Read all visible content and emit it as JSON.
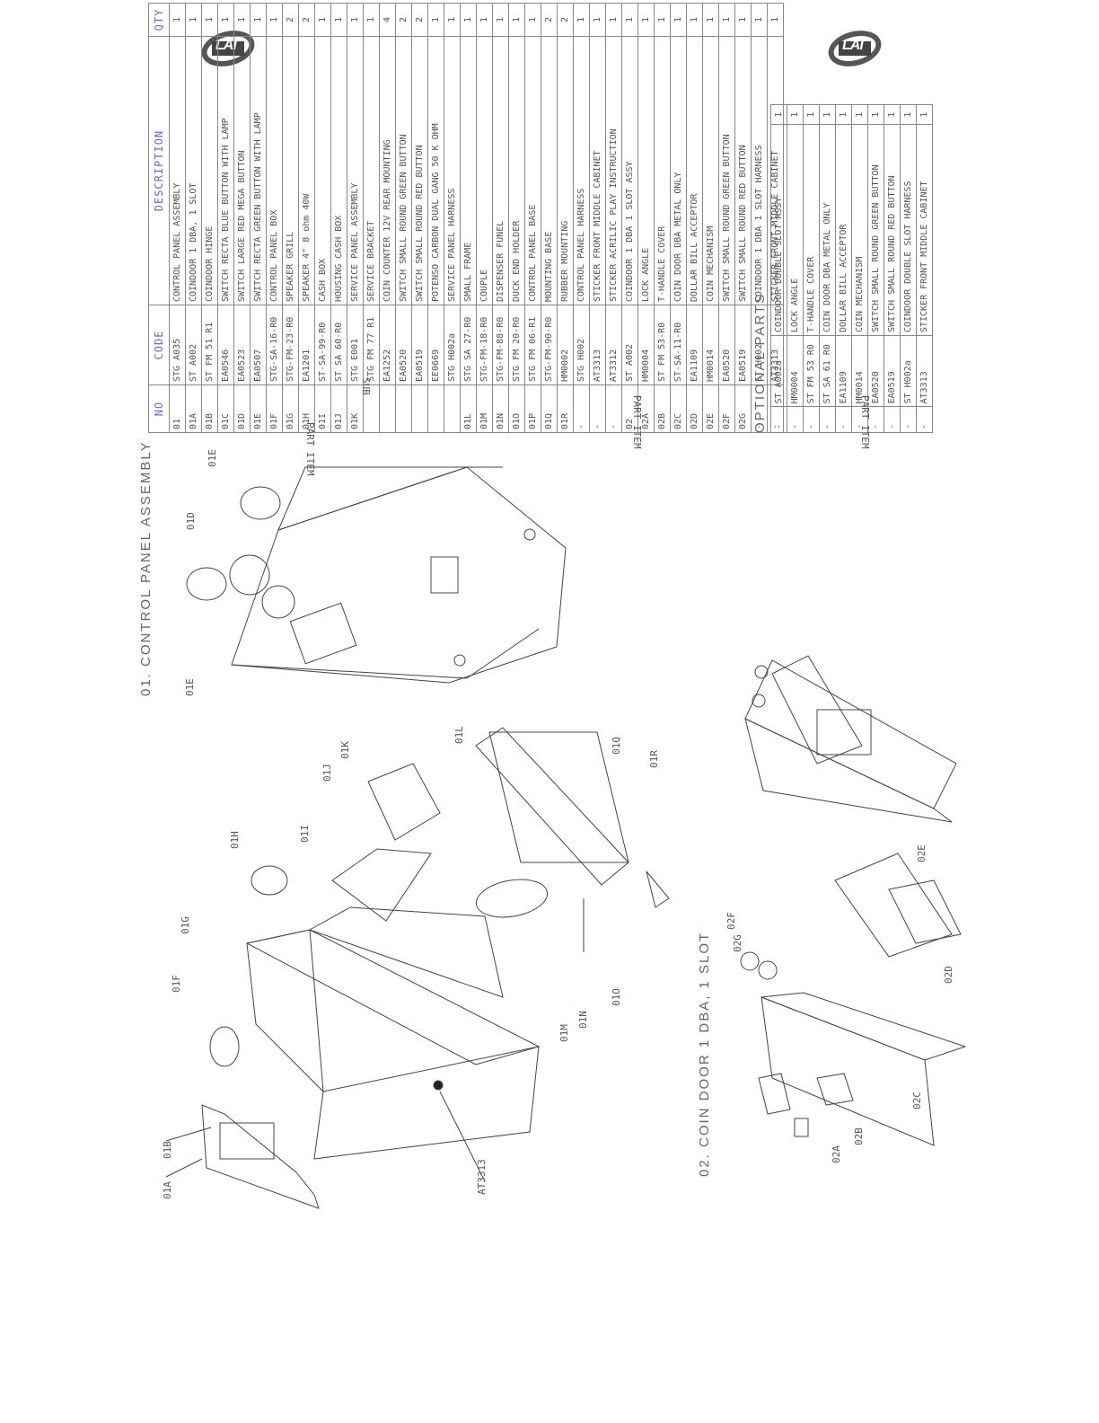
{
  "logos": [
    {
      "text": "LAI"
    },
    {
      "text": "LAI"
    }
  ],
  "table_headers": {
    "no": "NO",
    "code": "CODE",
    "description": "DESCRIPTION",
    "qty": "QTY"
  },
  "side_labels": {
    "part_item": "PART ITEM",
    "sub": "SUB"
  },
  "main_table": [
    {
      "no": "01",
      "code": "STG A035",
      "desc": "CONTROL PANEL ASSEMBLY",
      "qty": "1"
    },
    {
      "no": "01A",
      "code": "ST A002",
      "desc": "COINDOOR 1 DBA, 1 SLOT",
      "qty": "1"
    },
    {
      "no": "01B",
      "code": "ST FM 51 R1",
      "desc": "COINDOOR HINGE",
      "qty": "1"
    },
    {
      "no": "01C",
      "code": "EA0546",
      "desc": "SWITCH RECTA BLUE BUTTON WITH LAMP",
      "qty": "1"
    },
    {
      "no": "01D",
      "code": "EA0523",
      "desc": "SWITCH LARGE RED MEGA BUTTON",
      "qty": "1"
    },
    {
      "no": "01E",
      "code": "EA0507",
      "desc": "SWITCH RECTA GREEN BUTTON WITH LAMP",
      "qty": "1"
    },
    {
      "no": "01F",
      "code": "STG-SA-16-R0",
      "desc": "CONTROL PANEL BOX",
      "qty": "1"
    },
    {
      "no": "01G",
      "code": "STG-FM-23-R0",
      "desc": "SPEAKER GRILL",
      "qty": "2"
    },
    {
      "no": "01H",
      "code": "EA1201",
      "desc": "SPEAKER 4\" 8 ohm 40W",
      "qty": "2"
    },
    {
      "no": "01I",
      "code": "ST-SA-99-R0",
      "desc": "CASH BOX",
      "qty": "1"
    },
    {
      "no": "01J",
      "code": "ST SA 60-R0",
      "desc": "HOUSING CASH BOX",
      "qty": "1"
    },
    {
      "no": "01K",
      "code": "STG E001",
      "desc": "SERVICE PANEL ASSEMBLY",
      "qty": "1"
    },
    {
      "no": "",
      "code": "STG FM 77 R1",
      "desc": "SERVICE BRACKET",
      "qty": "1"
    },
    {
      "no": "",
      "code": "EA1252",
      "desc": "COIN COUNTER 12V REAR MOUNTING",
      "qty": "4"
    },
    {
      "no": "",
      "code": "EA0520",
      "desc": "SWITCH SMALL ROUND GREEN BUTTON",
      "qty": "2"
    },
    {
      "no": "",
      "code": "EA0519",
      "desc": "SWITCH SMALL ROUND RED BUTTON",
      "qty": "2"
    },
    {
      "no": "",
      "code": "EE0669",
      "desc": "POTENSO CARBON DUAL GANG 50 K OHM",
      "qty": "1"
    },
    {
      "no": "",
      "code": "STG H002a",
      "desc": "SERVICE PANEL HARNESS",
      "qty": "1"
    },
    {
      "no": "01L",
      "code": "STG SA 27-R0",
      "desc": "SMALL FRAME",
      "qty": "1"
    },
    {
      "no": "01M",
      "code": "STG-FM-18-R0",
      "desc": "COUPLE",
      "qty": "1"
    },
    {
      "no": "01N",
      "code": "STG-FM-88-R0",
      "desc": "DISPENSER FUNEL",
      "qty": "1"
    },
    {
      "no": "01O",
      "code": "STG FM 20-R0",
      "desc": "DUCK END HOLDER",
      "qty": "1"
    },
    {
      "no": "01P",
      "code": "STG FM 06-R1",
      "desc": "CONTROL PANEL BASE",
      "qty": "1"
    },
    {
      "no": "01Q",
      "code": "STG-FM-90-R0",
      "desc": "MOUNTING BASE",
      "qty": "2"
    },
    {
      "no": "01R",
      "code": "HM0002",
      "desc": "RUBBER MOUNTING",
      "qty": "2"
    },
    {
      "no": "-",
      "code": "STG H002",
      "desc": "CONTROL PANEL HARNESS",
      "qty": "1"
    },
    {
      "no": "-",
      "code": "AT3313",
      "desc": "STICKER FRONT MIDDLE CABINET",
      "qty": "1"
    },
    {
      "no": "-",
      "code": "AT3312",
      "desc": "STICKER ACRILIC PLAY INSTRUCTION",
      "qty": "1"
    },
    {
      "no": "02",
      "code": "ST A002",
      "desc": "COINDOOR 1 DBA 1 SLOT ASSY",
      "qty": "1"
    },
    {
      "no": "02A",
      "code": "HM0004",
      "desc": "LOCK ANGLE",
      "qty": "1"
    },
    {
      "no": "02B",
      "code": "ST FM 53-R0",
      "desc": "T-HANDLE COVER",
      "qty": "1"
    },
    {
      "no": "02C",
      "code": "ST-SA-11-R0",
      "desc": "COIN DOOR DBA METAL ONLY",
      "qty": "1"
    },
    {
      "no": "02D",
      "code": "EA1109",
      "desc": "DOLLAR BILL ACCEPTOR",
      "qty": "1"
    },
    {
      "no": "02E",
      "code": "HM0014",
      "desc": "COIN MECHANISM",
      "qty": "1"
    },
    {
      "no": "02F",
      "code": "EA0520",
      "desc": "SWITCH SMALL ROUND GREEN BUTTON",
      "qty": "1"
    },
    {
      "no": "02G",
      "code": "EA0519",
      "desc": "SWITCH SMALL ROUND RED BUTTON",
      "qty": "1"
    },
    {
      "no": "-",
      "code": "ST H002",
      "desc": "COINDOOR 1 DBA 1 SLOT HARNESS",
      "qty": "1"
    },
    {
      "no": "-",
      "code": "AT3313",
      "desc": "STICKER FRONT MIDDLE CABINET",
      "qty": "1"
    }
  ],
  "optional_title": "OPTIONAL  PARTS",
  "optional_table": [
    {
      "no": "-",
      "code": "ST A002a",
      "desc": "COINDOOR DOUBLE SLOT ASSY",
      "qty": "1"
    },
    {
      "no": "-",
      "code": "HM0004",
      "desc": "LOCK ANGLE",
      "qty": "1"
    },
    {
      "no": "-",
      "code": "ST FM 53 R0",
      "desc": "T-HANDLE COVER",
      "qty": "1"
    },
    {
      "no": "-",
      "code": "ST SA 61 R0",
      "desc": "COIN DOOR DBA METAL ONLY",
      "qty": "1"
    },
    {
      "no": "-",
      "code": "EA1109",
      "desc": "DOLLAR BILL ACCEPTOR",
      "qty": "1"
    },
    {
      "no": "-",
      "code": "HM0014",
      "desc": "COIN MECHANISM",
      "qty": "1"
    },
    {
      "no": "-",
      "code": "EA0520",
      "desc": "SWITCH SMALL ROUND GREEN BUTTON",
      "qty": "1"
    },
    {
      "no": "-",
      "code": "EA0519",
      "desc": "SWITCH SMALL ROUND RED BUTTON",
      "qty": "1"
    },
    {
      "no": "-",
      "code": "ST H002a",
      "desc": "COINDOOR DOUBLE SLOT HARNESS",
      "qty": "1"
    },
    {
      "no": "-",
      "code": "AT3313",
      "desc": "STICKER FRONT MIDDLE CABINET",
      "qty": "1"
    }
  ],
  "section_titles": {
    "s01": "01. CONTROL PANEL ASSEMBLY",
    "s02": "02. COIN DOOR 1 DBA, 1 SLOT"
  },
  "callouts": {
    "c01E_a": "01E",
    "c01D": "01D",
    "c01E_b": "01E",
    "c01K": "01K",
    "c01J": "01J",
    "c01L": "01L",
    "c01Q": "01Q",
    "c01R": "01R",
    "c01H": "01H",
    "c01I": "01I",
    "c01G": "01G",
    "c01F": "01F",
    "c01M": "01M",
    "c01N": "01N",
    "c01O": "01O",
    "c01B": "01B",
    "c01A": "01A",
    "cAT3313": "AT3313",
    "c02G": "02G",
    "c02F": "02F",
    "c02E": "02E",
    "c02D": "02D",
    "c02C": "02C",
    "c02B": "02B",
    "c02A": "02A"
  }
}
